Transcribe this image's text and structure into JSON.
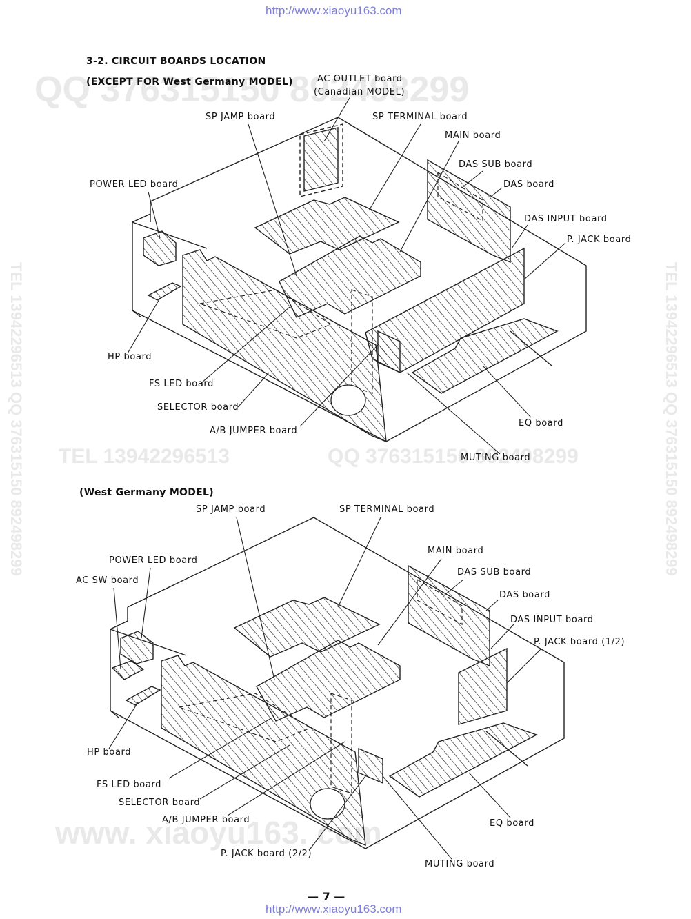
{
  "header_url": "http://www.xiaoyu163.com",
  "footer_url": "http://www.xiaoyu163.com",
  "watermarks": {
    "top": "QQ 376315150 892498299",
    "mid_left": "TEL 13942296513",
    "mid_right": "QQ 376315150 892498299",
    "side_left": "TEL 13942296513 QQ 376315150 892498299",
    "side_right": "TEL 13942296513 QQ 376315150 892498299",
    "bottom": "www. xiaoyu163. com"
  },
  "section_title": "3-2. CIRCUIT BOARDS LOCATION",
  "page_number": "— 7 —",
  "diagram1": {
    "subtitle": "(EXCEPT FOR West Germany MODEL)",
    "labels": {
      "ac_outlet": "AC OUTLET board",
      "canadian": "(Canadian MODEL)",
      "sp_jamp": "SP JAMP board",
      "sp_terminal": "SP TERMINAL board",
      "main": "MAIN board",
      "das_sub": "DAS SUB board",
      "power_led": "POWER LED board",
      "das": "DAS board",
      "das_input": "DAS INPUT board",
      "p_jack": "P. JACK board",
      "hp": "HP board",
      "fs_led": "FS LED board",
      "selector": "SELECTOR board",
      "ab_jumper": "A/B JUMPER board",
      "eq": "EQ board",
      "muting": "MUTING board"
    }
  },
  "diagram2": {
    "subtitle": "(West Germany MODEL)",
    "labels": {
      "sp_jamp": "SP JAMP board",
      "sp_terminal": "SP TERMINAL board",
      "main": "MAIN board",
      "power_led": "POWER LED board",
      "das_sub": "DAS SUB board",
      "ac_sw": "AC SW board",
      "das": "DAS board",
      "das_input": "DAS INPUT board",
      "p_jack_1": "P. JACK board (1/2)",
      "hp": "HP board",
      "fs_led": "FS LED board",
      "selector": "SELECTOR board",
      "ab_jumper": "A/B JUMPER board",
      "eq": "EQ board",
      "p_jack_2": "P. JACK board (2/2)",
      "muting": "MUTING board"
    }
  }
}
